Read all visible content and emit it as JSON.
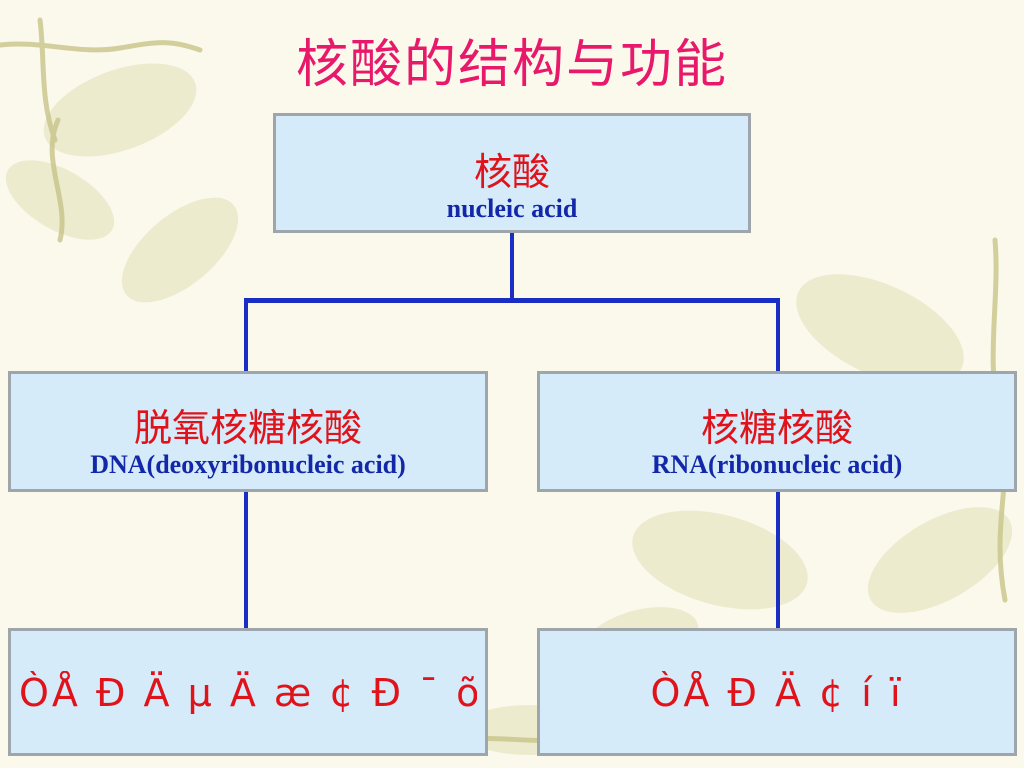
{
  "page": {
    "title": "核酸的结构与功能"
  },
  "root": {
    "name_cn": "核酸",
    "name_en": "nucleic acid"
  },
  "left": {
    "name_cn": "脱氧核糖核酸",
    "name_en": "DNA(deoxyribonucleic acid)",
    "detail": "ÒÅ Ð Ä µ Ä æ ¢ Ð ¯ õ ß"
  },
  "right": {
    "name_cn": "核糖核酸",
    "name_en": "RNA(ribonucleic acid)",
    "detail": "ÒÅ Ð Ä ¢ í ï"
  },
  "colors": {
    "title": "#e8186a",
    "chinese_text": "#e0121a",
    "english_text": "#1328a8",
    "box_fill": "#d6ebf9",
    "box_border": "#9fa6ab",
    "connector": "#1a2ec4"
  }
}
